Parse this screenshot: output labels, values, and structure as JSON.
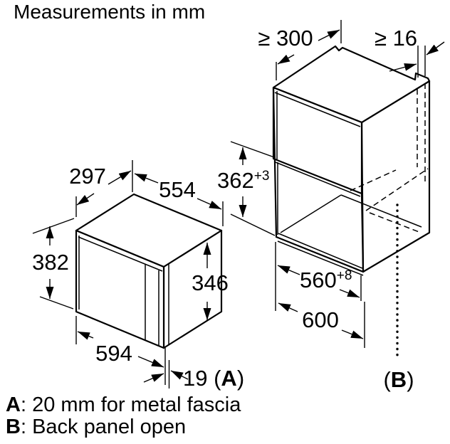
{
  "title": "Measurements in mm",
  "microwave": {
    "depth_top": "297",
    "width_top": "554",
    "height_overall": "382",
    "height_side": "346",
    "width_bottom": "594",
    "door_gap": {
      "prefix": "19 (",
      "letter": "A",
      "suffix": ")"
    }
  },
  "cabinet": {
    "clearance_top": "≥ 300",
    "panel_thickness": "≥ 16",
    "niche_height": {
      "value": "362",
      "tolerance": "+3"
    },
    "niche_width": {
      "value": "560",
      "tolerance": "+8"
    },
    "cabinet_width": "600",
    "back_label": {
      "prefix": "(",
      "letter": "B",
      "suffix": ")"
    }
  },
  "legend": {
    "a": {
      "letter": "A",
      "text": ": 20 mm for metal fascia"
    },
    "b": {
      "letter": "B",
      "text": ": Back panel open"
    }
  },
  "colors": {
    "line": "#000000",
    "background": "#ffffff"
  }
}
